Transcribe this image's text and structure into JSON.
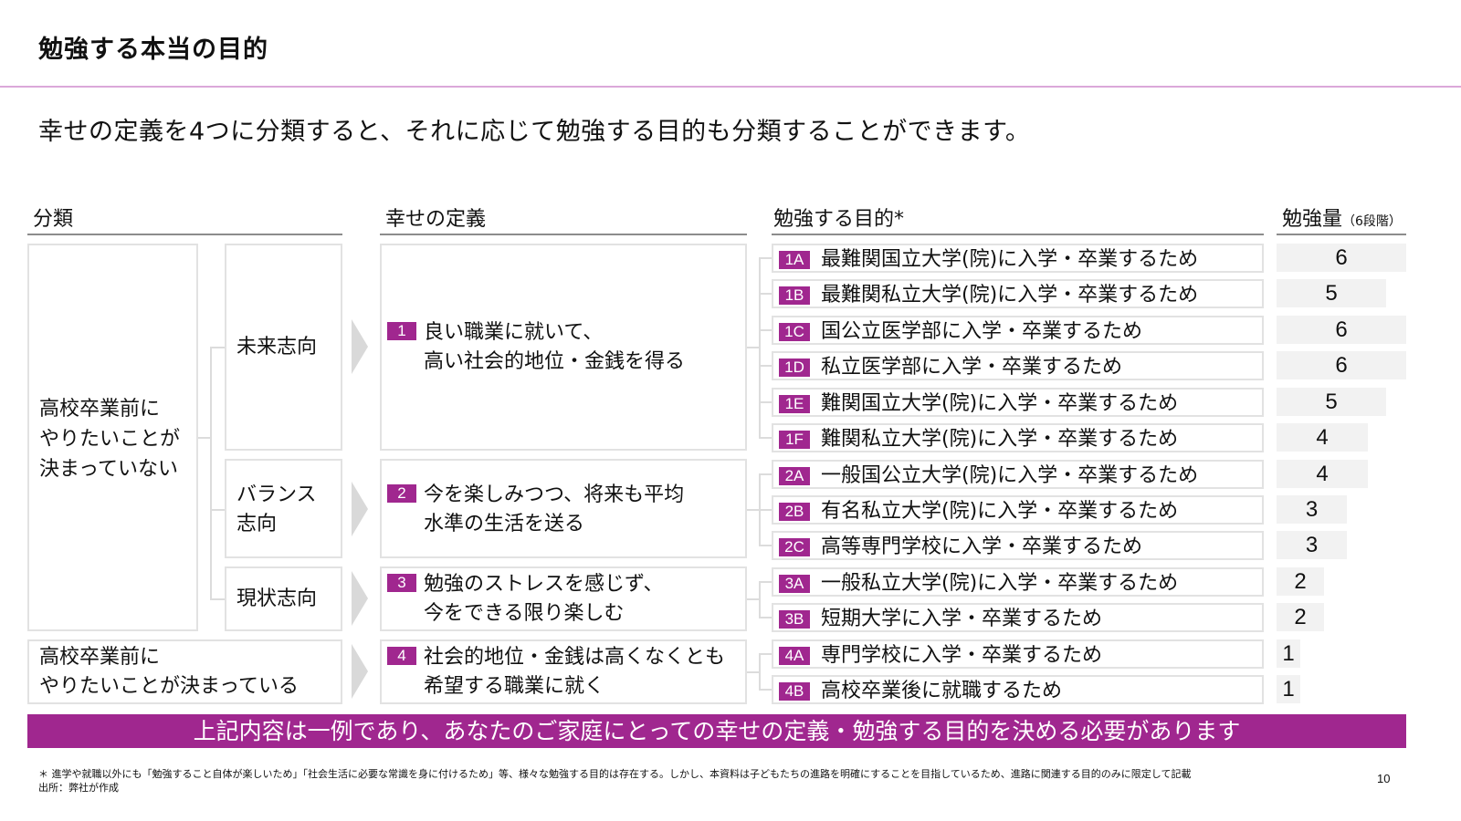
{
  "header": {
    "title": "勉強する本当の目的",
    "subtitle": "幸せの定義を4つに分類すると、それに応じて勉強する目的も分類することができます。"
  },
  "columns": {
    "classification": "分類",
    "definition": "幸せの定義",
    "purpose": "勉強する目的*",
    "amount": "勉強量",
    "amount_note": "（6段階）"
  },
  "classification": {
    "undecided": "高校卒業前に\nやりたいことが\n決まっていない",
    "decided": "高校卒業前に\nやりたいことが決まっている",
    "orientations": [
      {
        "label": "未来志向"
      },
      {
        "label": "バランス\n志向"
      },
      {
        "label": "現状志向"
      }
    ]
  },
  "definitions": [
    {
      "num": "1",
      "text": "良い職業に就いて、\n高い社会的地位・金銭を得る"
    },
    {
      "num": "2",
      "text": "今を楽しみつつ、将来も平均\n水準の生活を送る"
    },
    {
      "num": "3",
      "text": "勉強のストレスを感じず、\n今をできる限り楽しむ"
    },
    {
      "num": "4",
      "text": "社会的地位・金銭は高くなくとも\n希望する職業に就く"
    }
  ],
  "purposes": [
    {
      "code": "1A",
      "text": "最難関国立大学(院)に入学・卒業するため",
      "amount": 6
    },
    {
      "code": "1B",
      "text": "最難関私立大学(院)に入学・卒業するため",
      "amount": 5
    },
    {
      "code": "1C",
      "text": "国公立医学部に入学・卒業するため",
      "amount": 6
    },
    {
      "code": "1D",
      "text": "私立医学部に入学・卒業するため",
      "amount": 6
    },
    {
      "code": "1E",
      "text": "難関国立大学(院)に入学・卒業するため",
      "amount": 5
    },
    {
      "code": "1F",
      "text": "難関私立大学(院)に入学・卒業するため",
      "amount": 4
    },
    {
      "code": "2A",
      "text": "一般国公立大学(院)に入学・卒業するため",
      "amount": 4
    },
    {
      "code": "2B",
      "text": "有名私立大学(院)に入学・卒業するため",
      "amount": 3
    },
    {
      "code": "2C",
      "text": "高等専門学校に入学・卒業するため",
      "amount": 3
    },
    {
      "code": "3A",
      "text": "一般私立大学(院)に入学・卒業するため",
      "amount": 2
    },
    {
      "code": "3B",
      "text": "短期大学に入学・卒業するため",
      "amount": 2
    },
    {
      "code": "4A",
      "text": "専門学校に入学・卒業するため",
      "amount": 1
    },
    {
      "code": "4B",
      "text": "高校卒業後に就職するため",
      "amount": 1
    }
  ],
  "banner": "上記内容は一例であり、あなたのご家庭にとっての幸せの定義・勉強する目的を決める必要があります",
  "footnotes": {
    "note": "＊ 進学や就職以外にも「勉強すること自体が楽しいため」「社会生活に必要な常識を身に付けるため」等、様々な勉強する目的は存在する。しかし、本資料は子どもたちの進路を明確にすることを目指しているため、進路に関連する目的のみに限定して記載",
    "source": "出所：弊社が作成"
  },
  "page_number": "10",
  "colors": {
    "accent": "#a0278f",
    "title_rule": "#dba8d9",
    "box_border": "#e2e2e2",
    "amount_bar": "#f2f2f2",
    "arrow": "#d9d9d9"
  }
}
